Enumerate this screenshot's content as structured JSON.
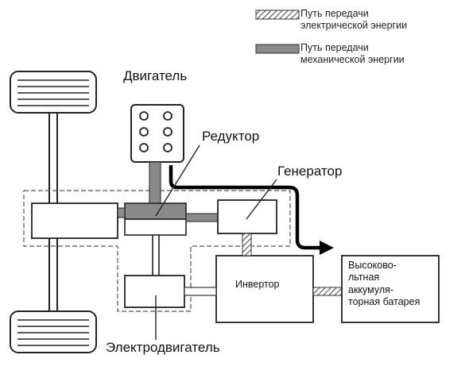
{
  "legend": {
    "electric": "Путь передачи\nэлектрической энергии",
    "mechanical": "Путь передачи\nмеханической энергии"
  },
  "labels": {
    "engine": "Двигатель",
    "reducer": "Редуктор",
    "generator": "Генератор",
    "inverter": "Инвертор",
    "battery": "Высоково-\nльтная\nаккумуля-\nторная батарея",
    "motor": "Электродвигатель"
  },
  "colors": {
    "line": "#222222",
    "mechanical_fill": "#8a8a8a",
    "electric_hatch": "#555555",
    "dashed": "#555555",
    "arrow": "#000000"
  }
}
